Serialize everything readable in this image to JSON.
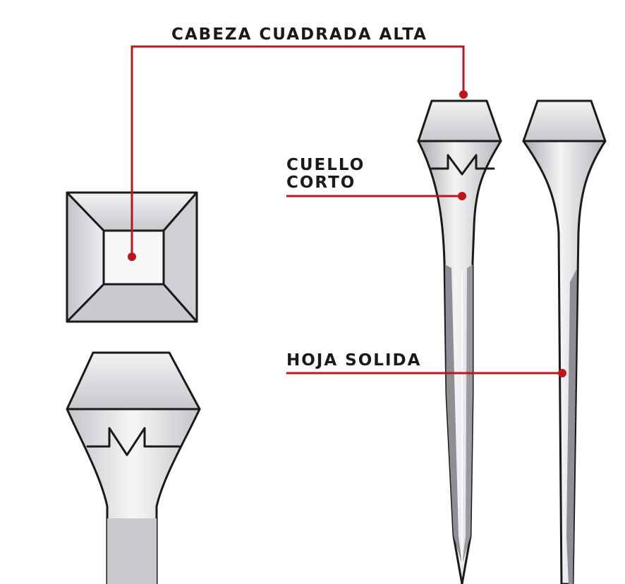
{
  "labels": {
    "head": "CABEZA CUADRADA ALTA",
    "neck_line1": "CUELLO",
    "neck_line2": "CORTO",
    "blade": "HOJA SOLIDA"
  },
  "colors": {
    "leader": "#c0141c",
    "outline": "#1a1a1a",
    "metal_light": "#f4f4f6",
    "metal_mid": "#dcdce0",
    "metal_dark": "#b8b8bd"
  },
  "icons": {
    "top_view": "square-nail-head-top-view",
    "head_closeup": "nail-head-closeup",
    "nail_front": "cut-nail-front-view",
    "nail_side": "cut-nail-side-view",
    "marker": "leader-dot"
  }
}
